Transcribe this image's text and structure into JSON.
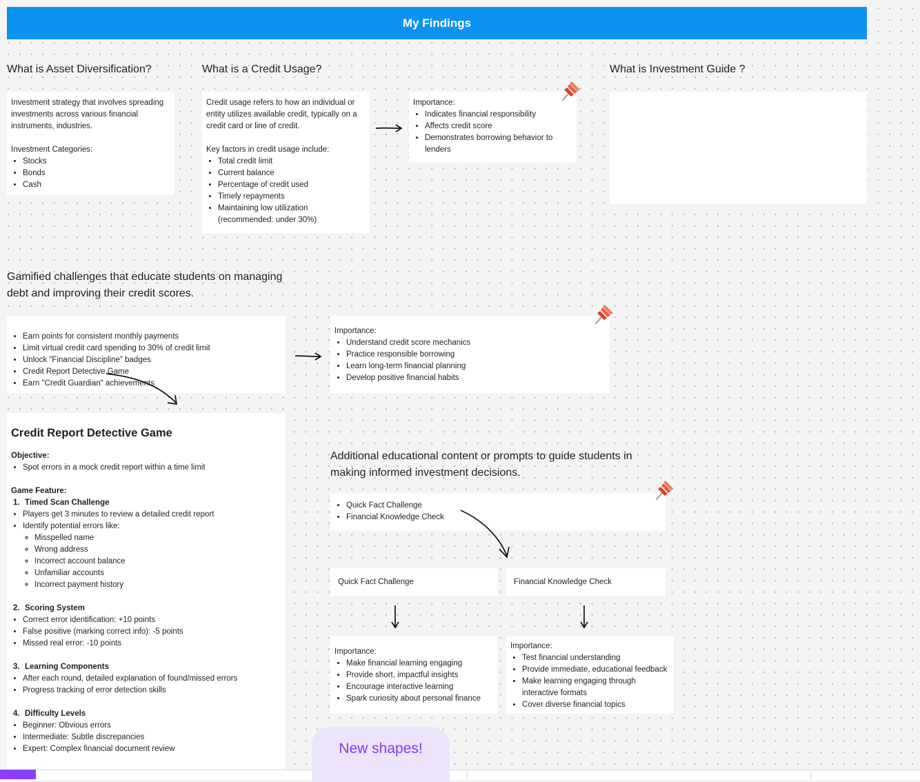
{
  "banner": {
    "title": "My Findings"
  },
  "asset": {
    "heading": "What is Asset Diversification?",
    "intro": "Investment strategy that involves spreading investments across various financial instruments, industries.",
    "categories_label": "Investment Categories:",
    "categories": [
      "Stocks",
      "Bonds",
      "Cash"
    ]
  },
  "credit_usage": {
    "heading": "What is a Credit Usage?",
    "intro": "Credit usage refers to how an individual or entity utilizes available credit, typically on a credit card or line of credit.",
    "factors_label": "Key factors in credit usage include:",
    "factors": [
      "Total credit limit",
      "Current balance",
      "Percentage of credit used",
      "Timely repayments",
      "Maintaining low utilization (recommended: under 30%)"
    ]
  },
  "credit_importance": {
    "label": "Importance:",
    "items": [
      "Indicates financial responsibility",
      "Affects credit score",
      "Demonstrates borrowing behavior to lenders"
    ]
  },
  "investment_guide": {
    "heading": "What is Investment Guide ?"
  },
  "gamified": {
    "heading": "Gamified challenges that educate students on managing debt and improving their credit scores.",
    "items": [
      "Earn points for consistent monthly payments",
      "Limit virtual credit card spending to 30% of credit limit",
      "Unlock \"Financial Discipline\" badges",
      "Credit Report Detective Game",
      "Earn \"Credit Guardian\" achievements"
    ]
  },
  "gamified_importance": {
    "label": "Importance:",
    "items": [
      "Understand credit score mechanics",
      "Practice responsible borrowing",
      "Learn long-term financial planning",
      "Develop positive financial habits"
    ]
  },
  "game": {
    "title": "Credit Report Detective Game",
    "objective_label": "Objective:",
    "objective_items": [
      "Spot errors in a mock credit report within a time limit"
    ],
    "feature_label": "Game Feature:",
    "sections": [
      {
        "num": "1.",
        "title": "Timed Scan Challenge"
      },
      {
        "num": "2.",
        "title": "Scoring System"
      },
      {
        "num": "3.",
        "title": "Learning Components"
      },
      {
        "num": "4.",
        "title": "Difficulty Levels"
      }
    ],
    "timed_items": [
      "Players get 3 minutes to review a detailed credit report",
      "Identify potential errors like:"
    ],
    "error_types": [
      "Misspelled name",
      "Wrong address",
      "Incorrect account balance",
      "Unfamiliar accounts",
      "Incorrect payment history"
    ],
    "scoring_items": [
      "Correct error identification: +10 points",
      "False positive (marking correct info): -5 points",
      "Missed real error: -10 points"
    ],
    "learning_items": [
      "After each round, detailed explanation of found/missed errors",
      "Progress tracking of error detection skills"
    ],
    "difficulty_items": [
      "Beginner: Obvious errors",
      "Intermediate: Subtle discrepancies",
      "Expert: Complex financial document review"
    ]
  },
  "additional": {
    "heading": "Additional educational content or prompts to guide students in making informed investment decisions.",
    "items": [
      "Quick Fact Challenge",
      "Financial Knowledge Check"
    ]
  },
  "quick_fact": {
    "title": "Quick Fact Challenge",
    "label": "Importance:",
    "items": [
      "Make financial learning engaging",
      "Provide short, impactful insights",
      "Encourage interactive learning",
      "Spark curiosity about personal finance"
    ]
  },
  "knowledge_check": {
    "title": "Financial Knowledge Check",
    "label": "Importance:",
    "items": [
      "Test financial understanding",
      "Provide immediate, educational feedback",
      "Make learning engaging through interactive formats",
      "Cover diverse financial topics"
    ]
  },
  "new_shapes": {
    "label": "New shapes!"
  },
  "colors": {
    "banner": "#0c93f0",
    "pin": "#f04a2c",
    "new_shapes_text": "#7b3fe4",
    "new_shapes_bg": "#ece4fb"
  },
  "icons": {
    "pin": "pushpin-icon",
    "arrow": "hand-drawn-arrow-icon"
  }
}
